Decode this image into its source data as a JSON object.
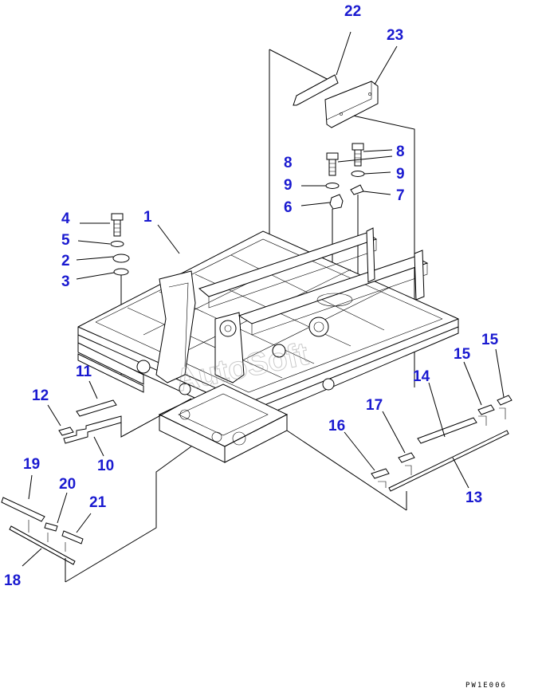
{
  "callouts": [
    {
      "id": "c22",
      "text": "22"
    },
    {
      "id": "c23",
      "text": "23"
    },
    {
      "id": "c8a",
      "text": "8"
    },
    {
      "id": "c8b",
      "text": "8"
    },
    {
      "id": "c9a",
      "text": "9"
    },
    {
      "id": "c9b",
      "text": "9"
    },
    {
      "id": "c7",
      "text": "7"
    },
    {
      "id": "c6",
      "text": "6"
    },
    {
      "id": "c4",
      "text": "4"
    },
    {
      "id": "c1",
      "text": "1"
    },
    {
      "id": "c5",
      "text": "5"
    },
    {
      "id": "c2",
      "text": "2"
    },
    {
      "id": "c3",
      "text": "3"
    },
    {
      "id": "c11",
      "text": "11"
    },
    {
      "id": "c12",
      "text": "12"
    },
    {
      "id": "c10",
      "text": "10"
    },
    {
      "id": "c14",
      "text": "14"
    },
    {
      "id": "c15a",
      "text": "15"
    },
    {
      "id": "c15b",
      "text": "15"
    },
    {
      "id": "c17",
      "text": "17"
    },
    {
      "id": "c16",
      "text": "16"
    },
    {
      "id": "c13",
      "text": "13"
    },
    {
      "id": "c19",
      "text": "19"
    },
    {
      "id": "c20",
      "text": "20"
    },
    {
      "id": "c21",
      "text": "21"
    },
    {
      "id": "c18",
      "text": "18"
    }
  ],
  "watermark": "AutoSoft",
  "doc_id": "PW1E006",
  "colors": {
    "callout": "#1a1ad0",
    "line": "#000000",
    "background": "#ffffff"
  }
}
